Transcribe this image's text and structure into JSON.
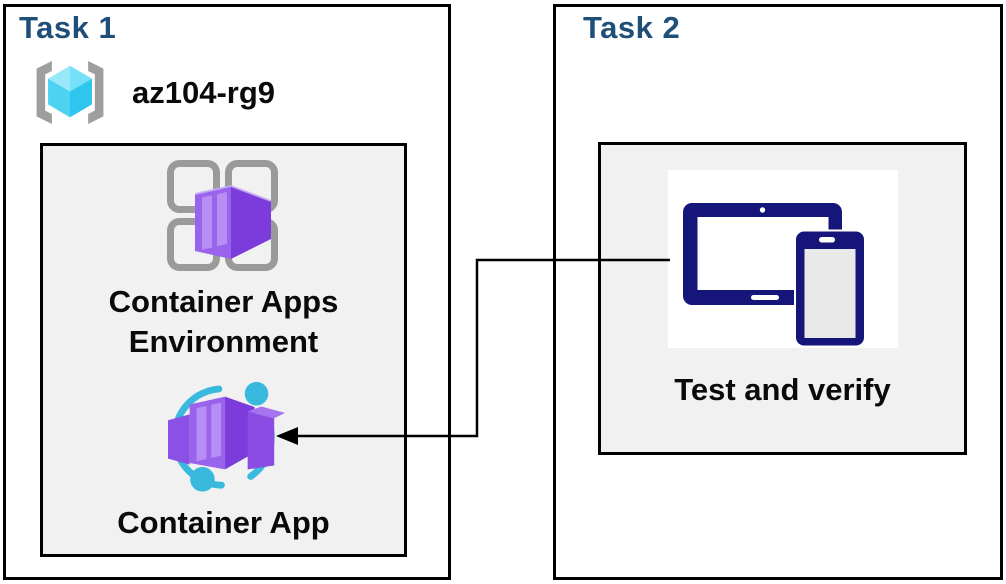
{
  "task1": {
    "title": "Task 1",
    "resource_group": {
      "name": "az104-rg9",
      "icon": "resource-group-icon"
    },
    "environment": {
      "label": "Container Apps Environment",
      "icon": "container-apps-environment-icon"
    },
    "app": {
      "label": "Container App",
      "icon": "container-app-icon"
    }
  },
  "task2": {
    "title": "Task 2",
    "verify": {
      "label": "Test and verify",
      "icon": "devices-icon"
    }
  },
  "connector": {
    "from": "devices-icon",
    "to": "container-app-icon",
    "style": "elbow",
    "arrowhead": "left-pointing"
  },
  "colors": {
    "heading": "#1F4E79",
    "panel_fill": "#F1F1F1",
    "box_border": "#000000",
    "label_text": "#0A0A0A",
    "device_navy": "#16167A",
    "device_screen_gray": "#E9E9E9",
    "container_purple_dark": "#7B3CDB",
    "container_purple_mid": "#9A63EC",
    "container_purple_light": "#B78EF3",
    "app_circle_cyan": "#38B9DD",
    "cube_cyan_top_left": "#98E8FA",
    "cube_cyan_top_right": "#75E0F7",
    "cube_cyan_left": "#4ED2F2",
    "cube_cyan_right": "#2EC6EE",
    "bracket_gray": "#9E9E9E",
    "frame_gray": "#9A9A9A"
  }
}
